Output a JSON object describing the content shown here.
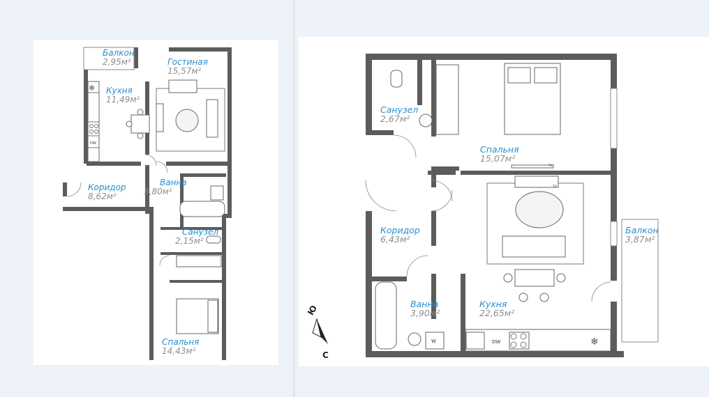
{
  "plan_left": {
    "rooms": [
      {
        "name": "Балкон",
        "area": "2,95м²"
      },
      {
        "name": "Гостиная",
        "area": "15,57м²"
      },
      {
        "name": "Кухня",
        "area": "11,49м²"
      },
      {
        "name": "Коридор",
        "area": "8,62м²"
      },
      {
        "name": "Ванна",
        "area": "3,80м²"
      },
      {
        "name": "Санузел",
        "area": "2,15м²"
      },
      {
        "name": "Спальня",
        "area": "14,43м²"
      }
    ],
    "appliance_labels": {
      "dishwasher": "DW"
    }
  },
  "plan_right": {
    "rooms": [
      {
        "name": "Санузел",
        "area": "2,67м²"
      },
      {
        "name": "Спальня",
        "area": "15,07м²"
      },
      {
        "name": "Коридор",
        "area": "6,43м²"
      },
      {
        "name": "Балкон",
        "area": "3,87м²"
      },
      {
        "name": "Ванна",
        "area": "3,90м²"
      },
      {
        "name": "Кухня",
        "area": "22,65м²"
      }
    ],
    "appliance_labels": {
      "dishwasher": "DW",
      "washer": "W",
      "tv_top": "TV",
      "tv_bottom": "TV"
    },
    "compass": {
      "north": "Ю",
      "south": "С"
    }
  },
  "colors": {
    "room_name": "#2a8fce",
    "area": "#8d8d8d",
    "wall": "#5c5c5c",
    "background": "#eef2f9"
  }
}
